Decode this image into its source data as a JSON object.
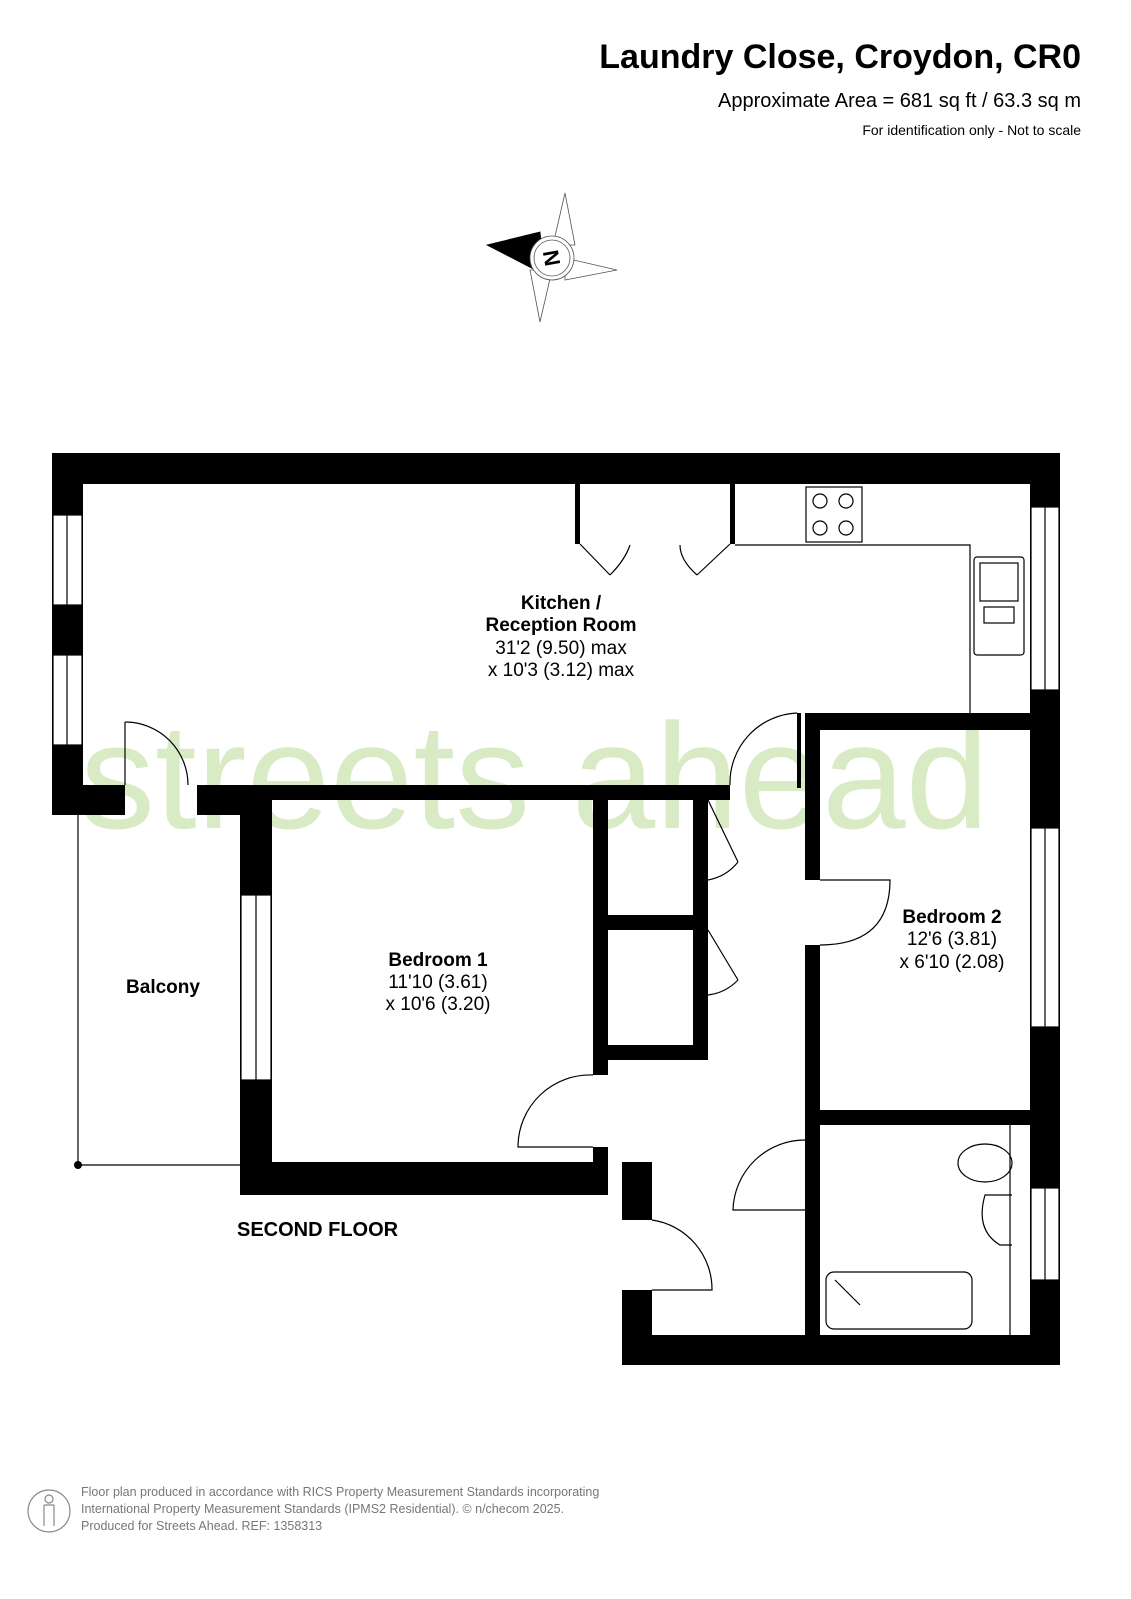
{
  "header": {
    "title": "Laundry Close, Croydon, CR0",
    "area": "Approximate Area = 681 sq ft / 63.3 sq m",
    "note": "For identification only - Not to scale"
  },
  "compass": {
    "letter": "N",
    "icon": "compass-rose-icon"
  },
  "watermark": "streets ahead",
  "watermark_color": "#d9ebc5",
  "rooms": {
    "kitchen": {
      "name_line1": "Kitchen /",
      "name_line2": "Reception Room",
      "dim1": "31'2 (9.50) max",
      "dim2": "x 10'3 (3.12) max"
    },
    "bedroom1": {
      "name": "Bedroom 1",
      "dim1": "11'10 (3.61)",
      "dim2": "x 10'6 (3.20)"
    },
    "bedroom2": {
      "name": "Bedroom 2",
      "dim1": "12'6 (3.81)",
      "dim2": "x 6'10 (2.08)"
    },
    "balcony": {
      "name": "Balcony"
    }
  },
  "floor_label": "SECOND FLOOR",
  "footer": {
    "line1": "Floor plan produced in accordance with RICS Property Measurement Standards incorporating",
    "line2": "International Property Measurement Standards (IPMS2 Residential).   © n/checom 2025.",
    "line3": "Produced for Streets Ahead.   REF:  1358313"
  }
}
